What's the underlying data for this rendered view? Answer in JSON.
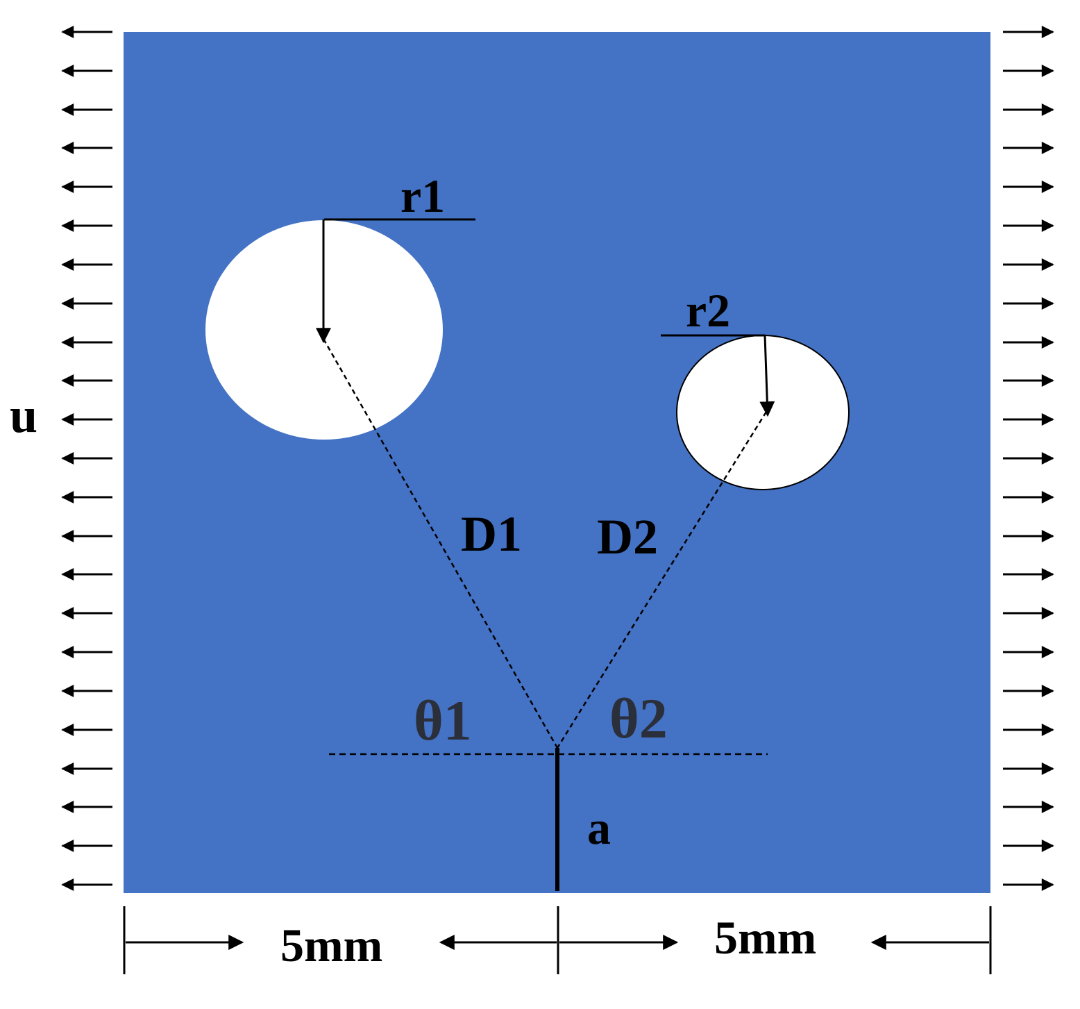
{
  "figure": {
    "plate_color": "#4472c4",
    "hole_color": "#ffffff",
    "line_color": "#000000",
    "theta_color": "#2b2f3a"
  },
  "labels": {
    "r1": "r1",
    "r2": "r2",
    "d1": "D1",
    "d2": "D2",
    "theta1": "θ1",
    "theta2": "θ2",
    "crack": "a",
    "load": "u",
    "width_left": "5mm",
    "width_right": "5mm"
  },
  "boundary_load": {
    "left_direction": "left",
    "right_direction": "right",
    "arrow_count_per_side": 23
  },
  "icons": {
    "load_arrow": "arrow-icon",
    "dimension_arrow": "arrow-icon"
  }
}
